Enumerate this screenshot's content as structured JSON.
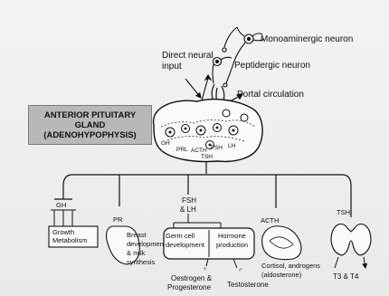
{
  "gland_label": {
    "line1": "ANTERIOR PITUITARY",
    "line2": "GLAND",
    "line3": "(ADENOHYPOPHYSIS)"
  },
  "neurons": {
    "monoaminergic": "Monoaminergic neuron",
    "peptidergic": "Peptidergic neuron",
    "direct_input_line1": "Direct neural",
    "direct_input_line2": "input",
    "portal": "Portal circulation"
  },
  "gland_cells": {
    "gh": "GH",
    "prl": "PRL",
    "acth": "ACTH",
    "fsh": "FSH",
    "lh": "LH",
    "tsh": "TSH"
  },
  "branches": {
    "gh": {
      "label": "GH",
      "target_line1": "Growth",
      "target_line2": "Metabolism"
    },
    "pr": {
      "label": "PR",
      "target_line1": "Breast",
      "target_line2": "development",
      "target_line3": "& milk",
      "target_line4": "synthesis"
    },
    "fsh_lh": {
      "label_line1": "FSH",
      "label_line2": "& LH",
      "germ_line1": "Germ cell",
      "germ_line2": "development",
      "hormone_line1": "Hormone",
      "hormone_line2": "production",
      "female_symbol": "♀",
      "male_symbol": "♂",
      "oestrogen_line1": "Oestrogen &",
      "oestrogen_line2": "Progesterone",
      "testosterone": "Testosterone"
    },
    "acth": {
      "label": "ACTH",
      "target_line1": "Cortisol, androgens",
      "target_line2": "(aldosterone)"
    },
    "tsh": {
      "label": "TSH",
      "target": "T3 & T4"
    }
  }
}
